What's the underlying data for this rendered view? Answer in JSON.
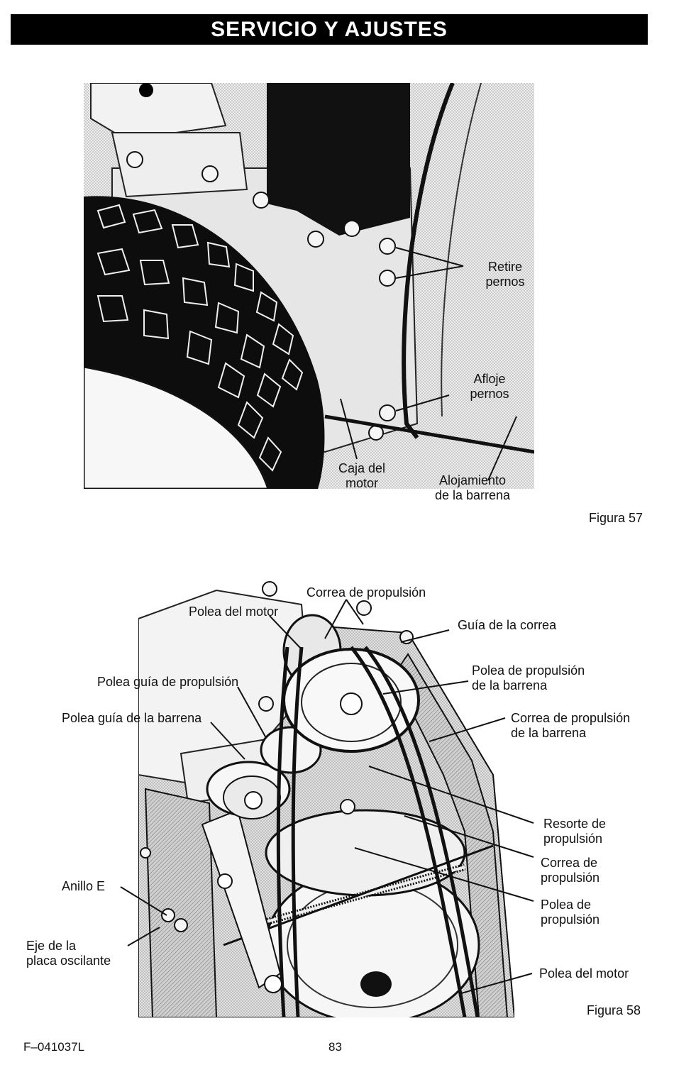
{
  "header": {
    "title": "SERVICIO Y AJUSTES"
  },
  "figure57": {
    "caption": "Figura 57",
    "labels": {
      "remove_bolts": [
        "Retire",
        "pernos"
      ],
      "loosen_bolts": [
        "Afloje",
        "pernos"
      ],
      "engine_case": [
        "Caja del",
        "motor"
      ],
      "auger_housing": [
        "Alojamiento",
        "de la barrena"
      ]
    }
  },
  "figure58": {
    "caption": "Figura 58",
    "labels": {
      "drive_belt_top": "Correa de propulsión",
      "engine_pulley_top": "Polea del motor",
      "belt_guide": "Guía de la correa",
      "drive_idler_pulley": "Polea guía de propulsión",
      "auger_drive_pulley": [
        "Polea de propulsión",
        "de la barrena"
      ],
      "auger_idler_pulley": "Polea guía de la barrena",
      "auger_drive_belt": [
        "Correa de propulsión",
        "de la barrena"
      ],
      "drive_spring": [
        "Resorte de",
        "propulsión"
      ],
      "drive_belt": [
        "Correa de",
        "propulsión"
      ],
      "drive_pulley": [
        "Polea de",
        "propulsión"
      ],
      "e_ring": "Anillo E",
      "pivot_plate_shaft": [
        "Eje de la",
        "placa oscilante"
      ],
      "engine_pulley_bottom": "Polea del motor"
    }
  },
  "footer": {
    "doc_code": "F–041037L",
    "page_number": "83"
  }
}
